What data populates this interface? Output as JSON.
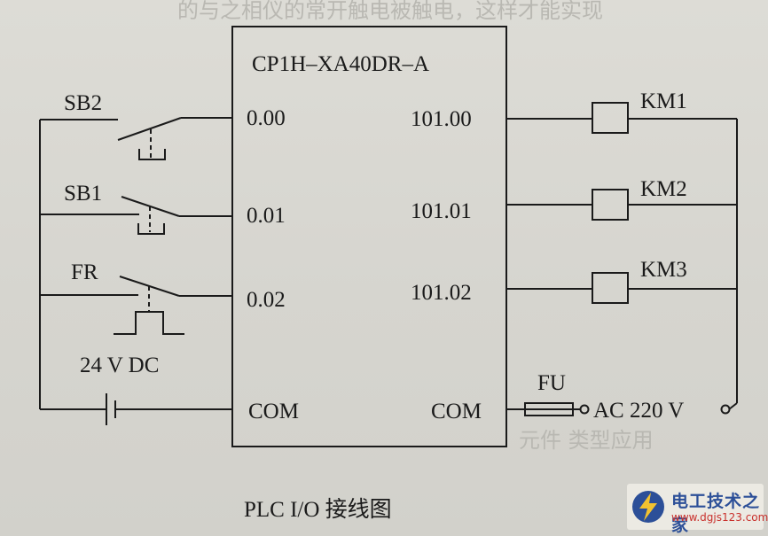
{
  "plc": {
    "model": "CP1H–XA40DR–A"
  },
  "inputs": [
    {
      "device": "SB2",
      "address": "0.00"
    },
    {
      "device": "SB1",
      "address": "0.01"
    },
    {
      "device": "FR",
      "address": "0.02"
    }
  ],
  "outputs": [
    {
      "address": "101.00",
      "device": "KM1"
    },
    {
      "address": "101.01",
      "device": "KM2"
    },
    {
      "address": "101.02",
      "device": "KM3"
    }
  ],
  "power": {
    "dc_label": "24 V DC",
    "in_com": "COM",
    "out_com": "COM",
    "fuse": "FU",
    "ac_label": "AC 220 V"
  },
  "caption": "PLC I/O 接线图",
  "watermark": {
    "name": "电工技术之家",
    "url": "www.dgjs123.com"
  }
}
